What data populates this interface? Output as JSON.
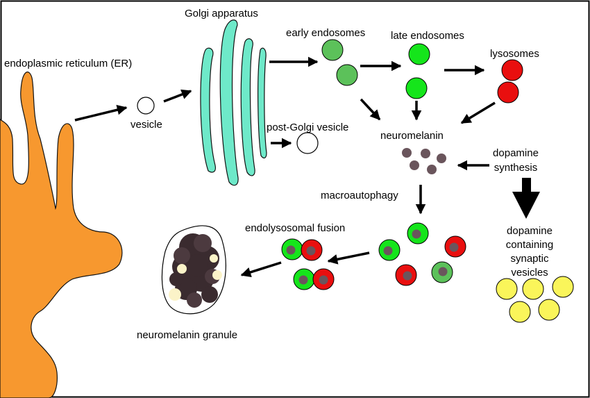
{
  "labels": {
    "er": "endoplasmic reticulum (ER)",
    "vesicle": "vesicle",
    "golgi": "Golgi apparatus",
    "post_golgi": "post-Golgi vesicle",
    "early_endosomes": "early endosomes",
    "late_endosomes": "late endosomes",
    "lysosomes": "lysosomes",
    "neuromelanin": "neuromelanin",
    "dopamine_synthesis_1": "dopamine",
    "dopamine_synthesis_2": "synthesis",
    "macroautophagy": "macroautophagy",
    "endolysosomal_fusion": "endolysosomal fusion",
    "dopamine_vesicles_1": "dopamine",
    "dopamine_vesicles_2": "containing",
    "dopamine_vesicles_3": "synaptic",
    "dopamine_vesicles_4": "vesicles",
    "neuromelanin_granule": "neuromelanin granule"
  },
  "colors": {
    "er": "#f7982f",
    "golgi": "#6ee9c9",
    "early_endosome": "#5cc15a",
    "late_endosome": "#15e51b",
    "lysosome": "#e90f0f",
    "neuromelanin": "#6a555c",
    "dopamine_vesicle": "#faf55a",
    "granule_dark": "#3a2b2f",
    "granule_light": "#fbf3c8"
  }
}
